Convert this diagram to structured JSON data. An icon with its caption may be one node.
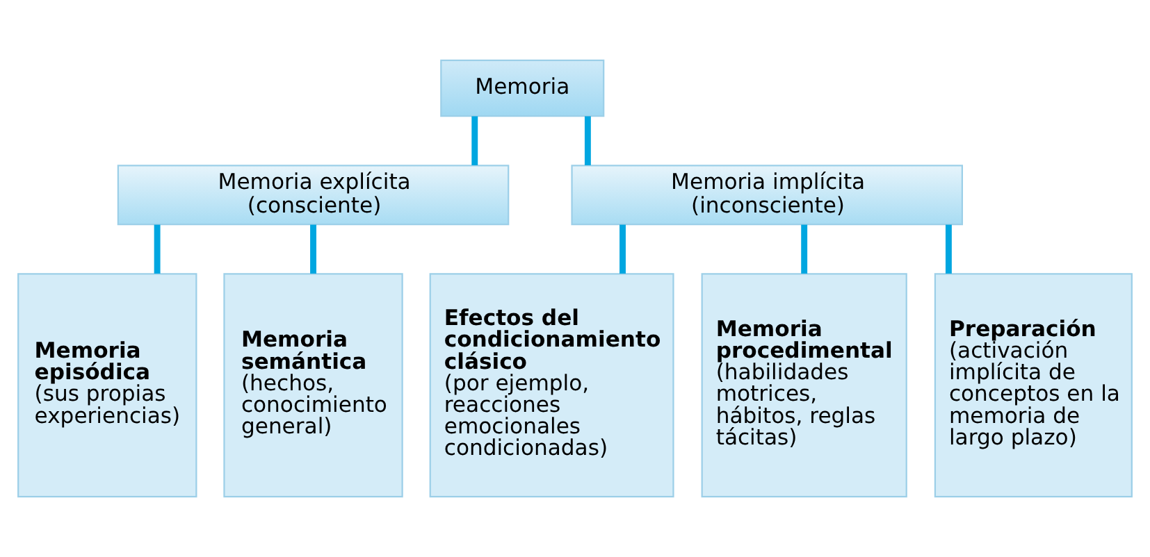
{
  "diagram": {
    "nodes": [
      {
        "text": [
          "Memoria"
        ]
      },
      {
        "text": [
          "Memoria explícita",
          "(consciente)"
        ]
      },
      {
        "text": [
          "Memoria implícita",
          "(inconsciente)"
        ]
      },
      {
        "text": [
          "Memoria episódica",
          "(sus propias experiencias)"
        ]
      },
      {
        "text": [
          "Memoria semántica",
          "(hechos, conocimiento general)"
        ]
      },
      {
        "text": [
          "Efectos del condicionamiento clásico",
          "(por ejemplo, reacciones emocionales condicionadas)"
        ]
      },
      {
        "text": [
          "Memoria procedimental",
          "(habilidades motrices, hábitos, reglas tácitas)"
        ]
      },
      {
        "text": [
          "Preparación",
          "(activación implícita de conceptos en la memoria de largo plazo)"
        ]
      }
    ],
    "edges": [
      {
        "from": 0,
        "to": 1,
        "arrow": "none"
      },
      {
        "from": 0,
        "to": 2,
        "arrow": "none"
      },
      {
        "from": 1,
        "to": 3,
        "arrow": "none"
      },
      {
        "from": 1,
        "to": 4,
        "arrow": "none"
      },
      {
        "from": 2,
        "to": 5,
        "arrow": "none"
      },
      {
        "from": 2,
        "to": 6,
        "arrow": "none"
      },
      {
        "from": 2,
        "to": 7,
        "arrow": "none"
      }
    ]
  }
}
